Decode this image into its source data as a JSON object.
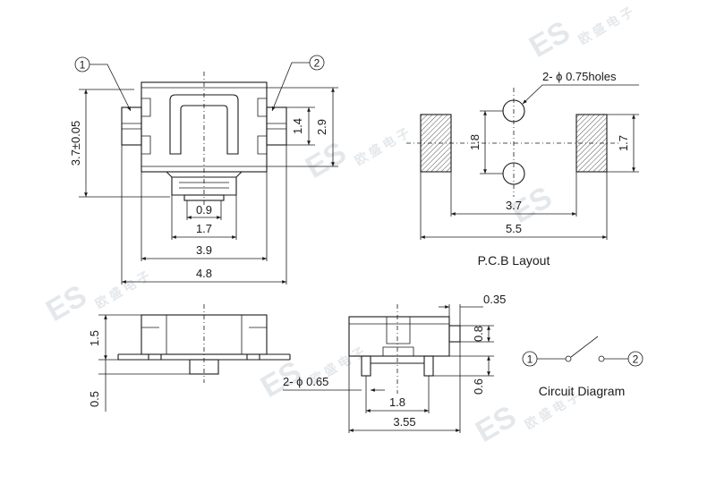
{
  "callouts": {
    "pin1": "1",
    "pin2": "2"
  },
  "top_view": {
    "dim_height": "3.7±0.05",
    "dim_14": "1.4",
    "dim_29": "2.9",
    "dim_09": "0.9",
    "dim_17": "1.7",
    "dim_39": "3.9",
    "dim_48": "4.8"
  },
  "pcb_layout": {
    "holes_label": "2- ϕ 0.75holes",
    "dim_18": "1.8",
    "dim_17": "1.7",
    "dim_37": "3.7",
    "dim_55": "5.5",
    "title": "P.C.B Layout"
  },
  "side_view": {
    "dim_15": "1.5",
    "dim_05": "0.5"
  },
  "front_view": {
    "dim_035": "0.35",
    "dim_08": "0.8",
    "dim_06": "0.6",
    "pins_label": "2- ϕ 0.65",
    "dim_18": "1.8",
    "dim_355": "3.55"
  },
  "circuit": {
    "pin1": "1",
    "pin2": "2",
    "title": "Circuit Diagram"
  },
  "watermark": {
    "logo": "ES",
    "chinese": "欧 盛 电 子"
  }
}
